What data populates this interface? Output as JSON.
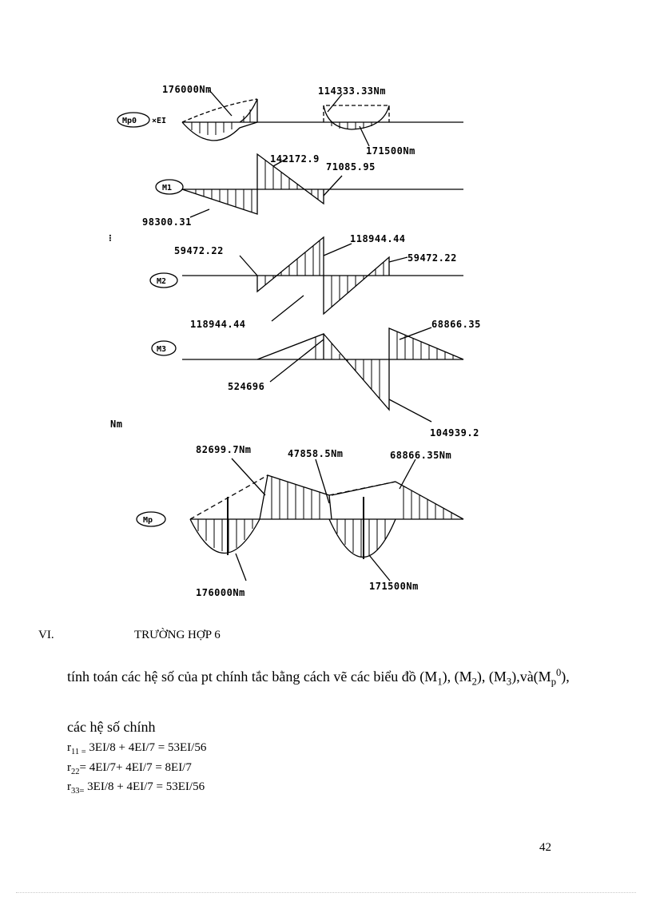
{
  "diagram": {
    "labels": {
      "mp0_top_left": "176000Nm",
      "mp0_top_right": "114333.33Nm",
      "mp0_bottom_right": "171500Nm",
      "m1_top_a": "142172.9",
      "m1_top_b": "71085.95",
      "m1_bottom": "98300.31",
      "m2_top_left": "59472.22",
      "m2_top_mid": "118944.44",
      "m2_top_right": "59472.22",
      "m2_bottom": "118944.44",
      "m3_top_right": "68866.35",
      "m3_bottom_left": "524696",
      "m3_bottom_right": "104939.2",
      "mp_top_a": "82699.7Nm",
      "mp_top_b": "47858.5Nm",
      "mp_top_c": "68866.35Nm",
      "mp_bottom_left": "176000Nm",
      "mp_bottom_right": "171500Nm",
      "stray_mark": "⁝",
      "stray_unit": "Nm"
    },
    "tags": {
      "mp0": "Mp0",
      "mp0_suffix": "×EI",
      "m1": "M1",
      "m2": "M2",
      "m3": "M3",
      "mp": "Mp"
    }
  },
  "section": {
    "number": "VI.",
    "title": "TRƯỜNG HỢP 6"
  },
  "paragraph": {
    "part1": "tính toán các hệ số của pt chính tắc bằng cách vẽ các biểu đồ (M",
    "s1": "1",
    "part2": "), (M",
    "s2": "2",
    "part3": "), (M",
    "s3": "3",
    "part4": "),và(M",
    "sp": "p",
    "sup0": "0",
    "part5": "),"
  },
  "subheading": "các hệ số chính",
  "equations": [
    {
      "var": "r",
      "sub": "11 =",
      "expr": " 3EI/8 + 4EI/7 = 53EI/56"
    },
    {
      "var": "r",
      "sub": "22",
      "expr": "= 4EI/7+ 4EI/7  = 8EI/7"
    },
    {
      "var": "r",
      "sub": "33=",
      "expr": " 3EI/8 + 4EI/7 = 53EI/56"
    }
  ],
  "page_number": "42"
}
